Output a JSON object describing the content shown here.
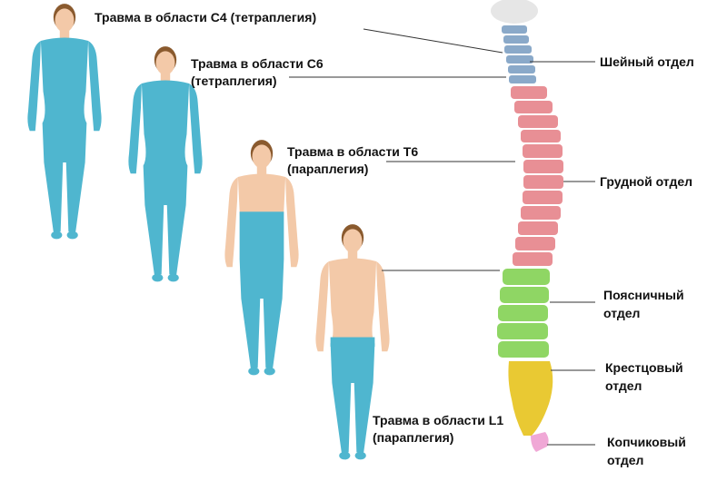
{
  "injuries": [
    {
      "line1": "Травма в области С4 (тетраплегия)",
      "line2": ""
    },
    {
      "line1": "Травма в области С6",
      "line2": "(тетраплегия)"
    },
    {
      "line1": "Травма в области Т6",
      "line2": "(параплегия)"
    },
    {
      "line1": "Травма в области L1",
      "line2": "(параплегия)"
    }
  ],
  "sections": [
    {
      "line1": "Шейный отдел",
      "line2": ""
    },
    {
      "line1": "Грудной отдел",
      "line2": ""
    },
    {
      "line1": "Поясничный",
      "line2": "отдел"
    },
    {
      "line1": "Крестцовый",
      "line2": "отдел"
    },
    {
      "line1": "Копчиковый",
      "line2": "отдел"
    }
  ],
  "colors": {
    "paralysis": "#4fb6cf",
    "paralysis_dark": "#3a9bb4",
    "skin": "#f3c9a8",
    "skin_dark": "#d9a27c",
    "hair": "#8a5a2e",
    "cervical": "#8aa9c9",
    "thoracic": "#e88f95",
    "lumbar": "#8fd664",
    "sacral": "#e9c933",
    "coccyx": "#f0a8d6"
  }
}
